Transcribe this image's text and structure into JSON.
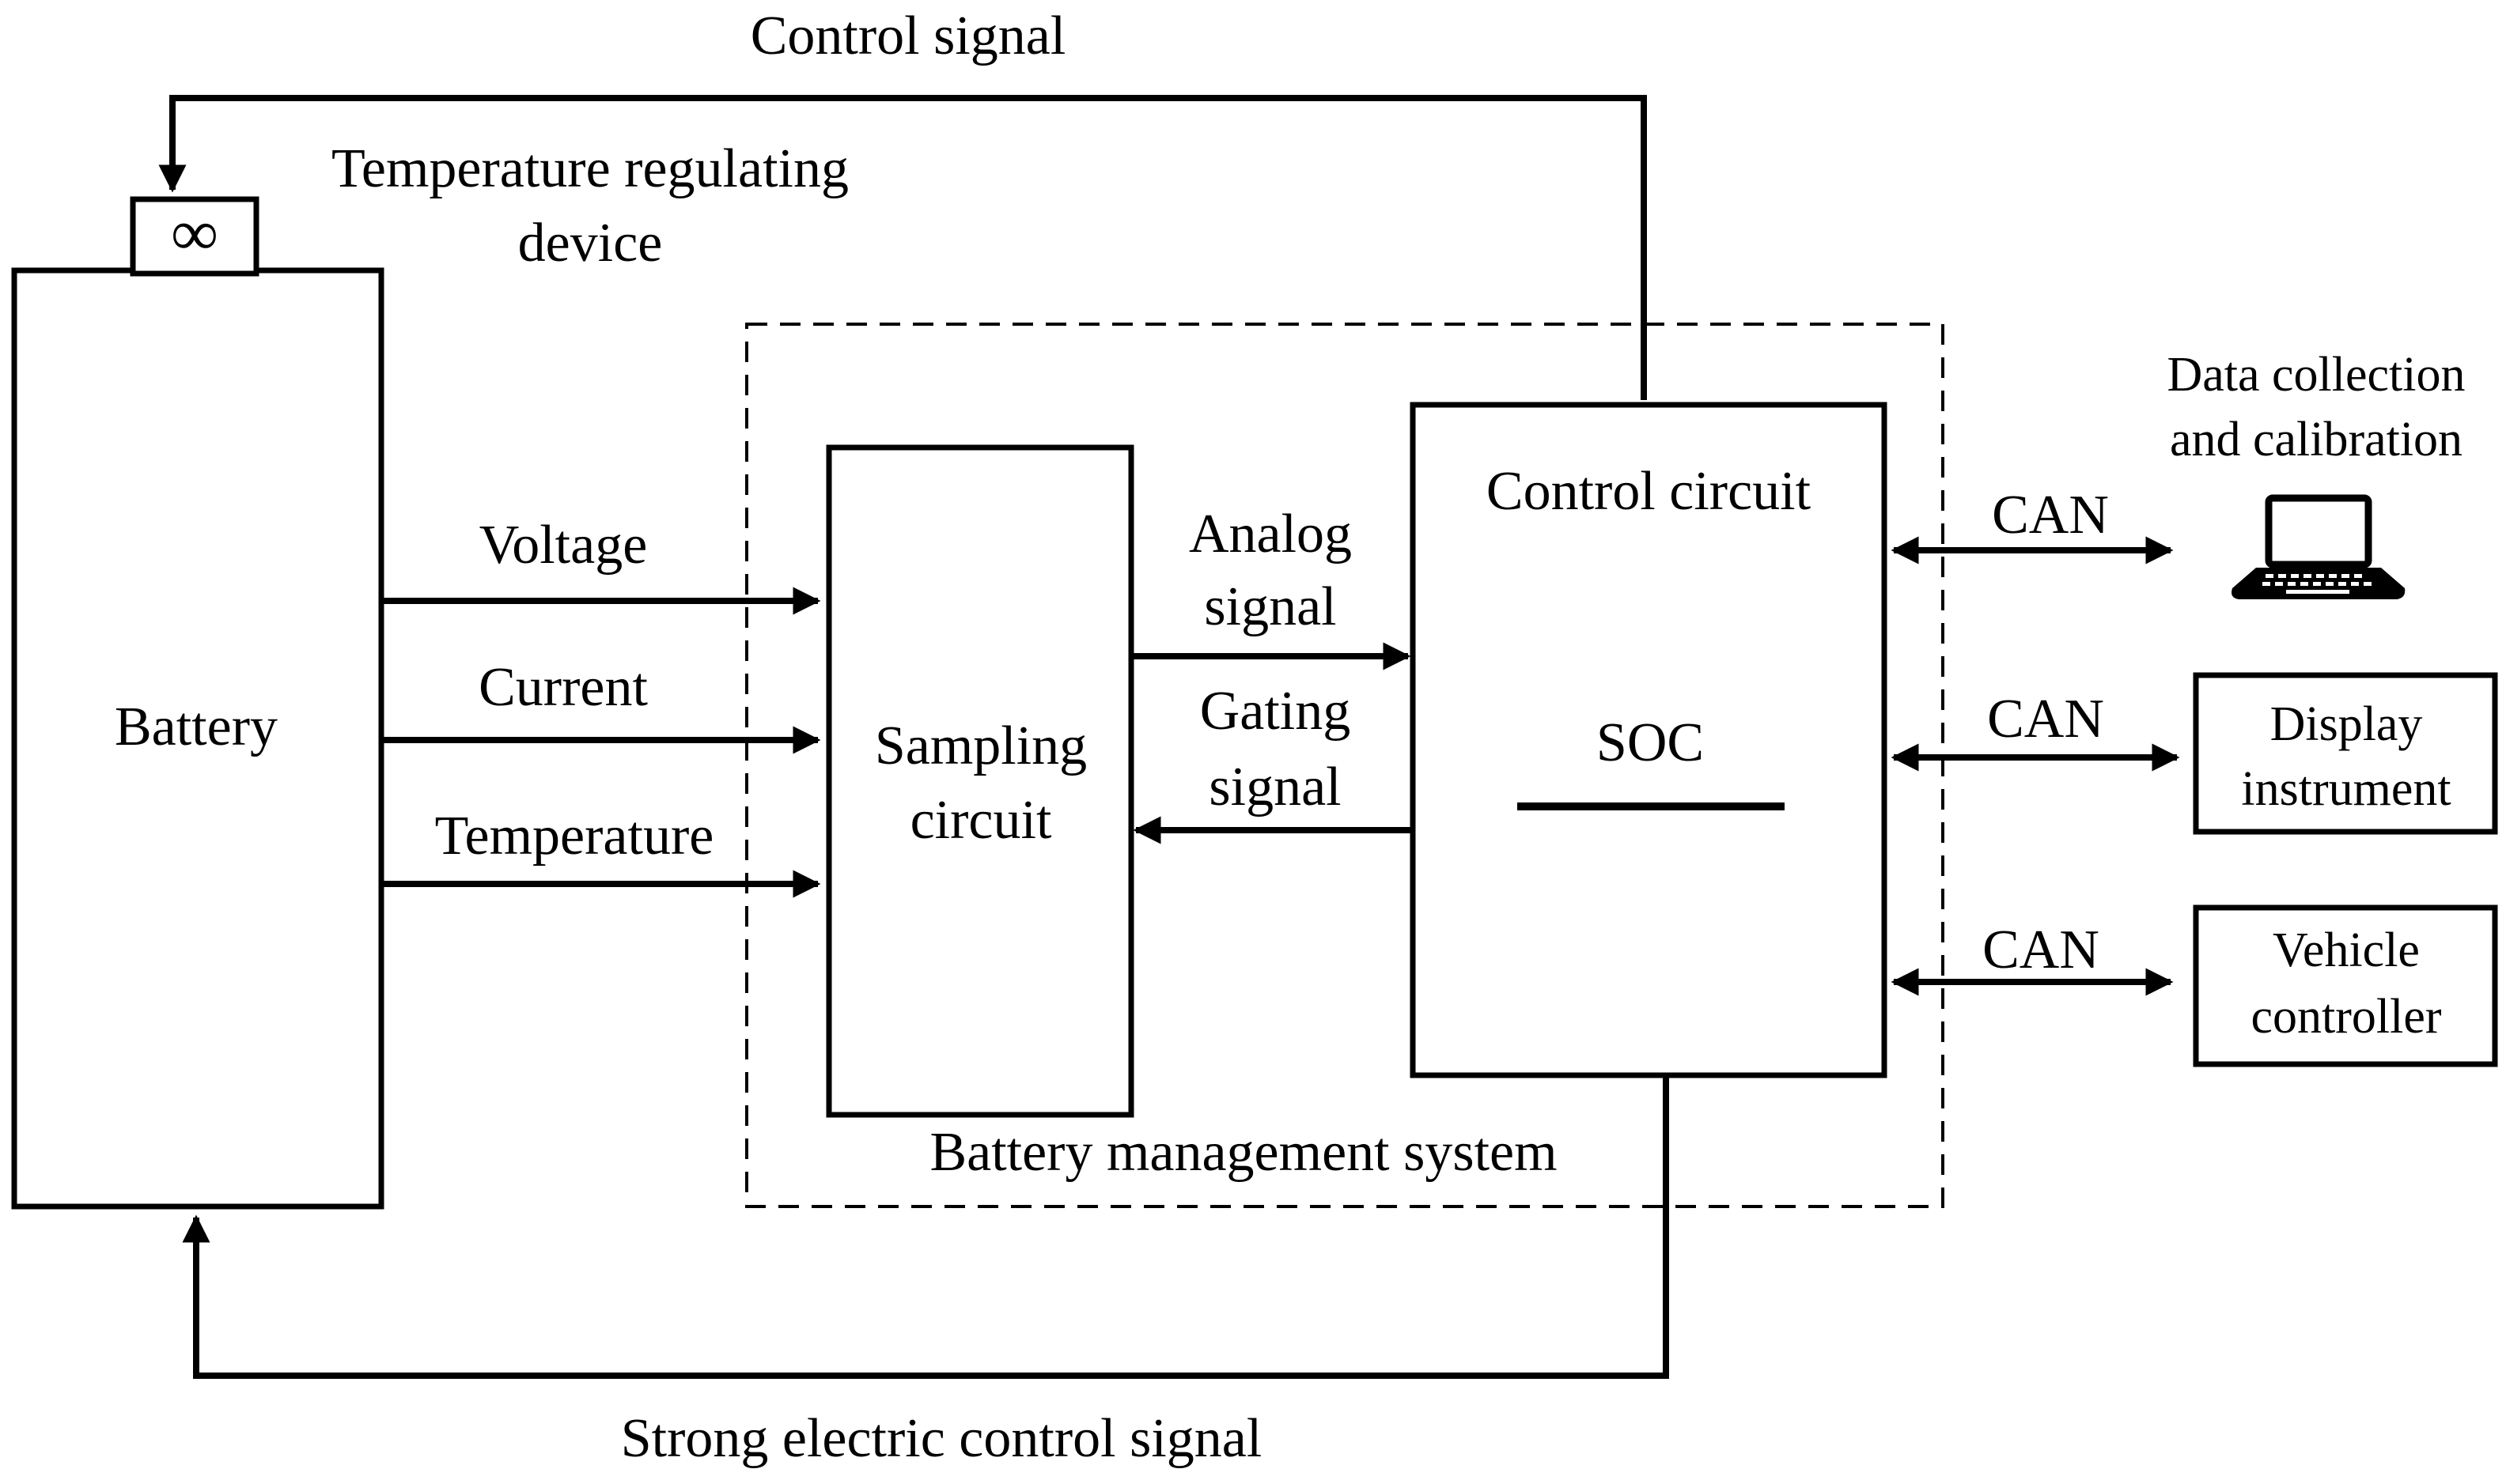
{
  "labels": {
    "control_signal": "Control signal",
    "temp_device_line1": "Temperature regulating",
    "temp_device_line2": "device",
    "temp_device_symbol": "∞",
    "battery": "Battery",
    "voltage": "Voltage",
    "current": "Current",
    "temperature": "Temperature",
    "sampling_line1": "Sampling",
    "sampling_line2": "circuit",
    "analog_line1": "Analog",
    "analog_line2": "signal",
    "gating_line1": "Gating",
    "gating_line2": "signal",
    "control_circuit": "Control circuit",
    "soc": "SOC",
    "bms": "Battery management system",
    "can_1": "CAN",
    "can_2": "CAN",
    "can_3": "CAN",
    "data_collection_line1": "Data collection",
    "data_collection_line2": "and calibration",
    "display_line1": "Display",
    "display_line2": "instrument",
    "vehicle_line1": "Vehicle",
    "vehicle_line2": "controller",
    "strong_signal": "Strong electric control signal"
  },
  "icons": {
    "laptop": "laptop-icon"
  },
  "colors": {
    "ink": "#000000",
    "background": "#ffffff"
  }
}
